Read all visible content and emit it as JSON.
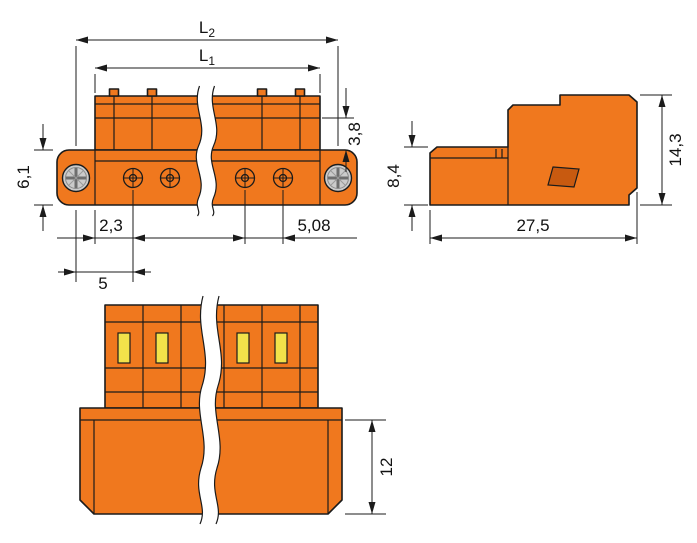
{
  "drawing": {
    "type": "technical-dimension-drawing",
    "subject": "pluggable-connector-with-fixing-flanges",
    "colors": {
      "body": "#F0781E",
      "contact": "#F2E24A",
      "screw": "#CBCBCB",
      "line": "#1B1B1B",
      "background": "#FFFFFF"
    },
    "front_view": {
      "dims": {
        "L2_main": "L",
        "L2_sub": "2",
        "L1_main": "L",
        "L1_sub": "1",
        "pin_row_height": "3,8",
        "flange_height": "6,1",
        "edge_to_first_pin": "2,3",
        "pin_pitch": "5,08",
        "flange_to_first_pin": "5"
      }
    },
    "side_view": {
      "dims": {
        "plug_height": "8,4",
        "total_height": "14,3",
        "total_depth": "27,5"
      }
    },
    "top_view": {
      "dims": {
        "shroud_depth": "12"
      }
    }
  }
}
